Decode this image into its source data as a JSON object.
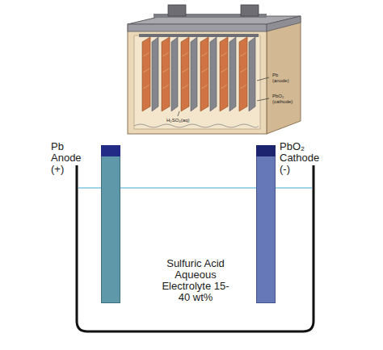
{
  "diagram": {
    "nodes": [
      {
        "text": [
          "Sulfuric Acid Aqueous Electrolyte 15-40 wt%"
        ]
      },
      {
        "text": [
          "Pb Anode (+)"
        ],
        "in": 0
      },
      {
        "text": [
          "PbO₂ Cathode (-)"
        ],
        "in": 0
      }
    ],
    "labels": [
      "Pb (anode)",
      "PbO₂ (cathode)",
      "H₂SO₄(aq)"
    ]
  }
}
